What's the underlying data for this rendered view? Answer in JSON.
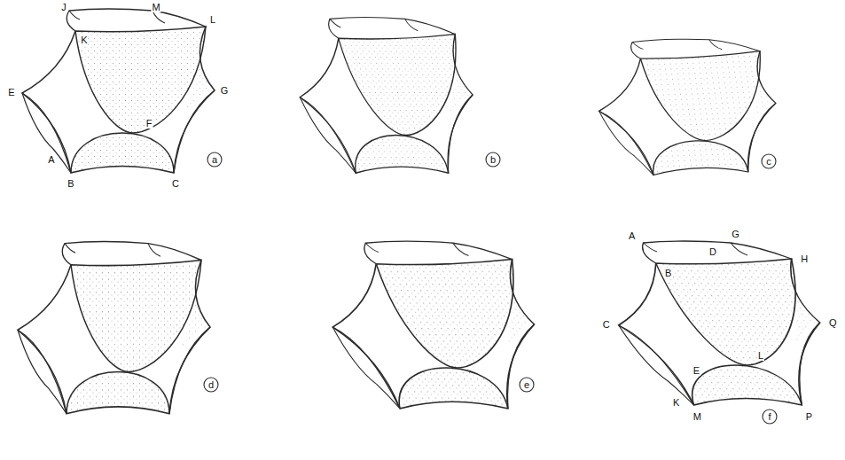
{
  "diagram": {
    "labels": [
      "J",
      "M",
      "K",
      "L",
      "E",
      "F",
      "G",
      "A",
      "B",
      "C",
      "a",
      "b",
      "c",
      "d",
      "e",
      "A",
      "D",
      "G",
      "B",
      "H",
      "C",
      "E",
      "L",
      "Q",
      "K",
      "M",
      "P",
      "f"
    ]
  }
}
